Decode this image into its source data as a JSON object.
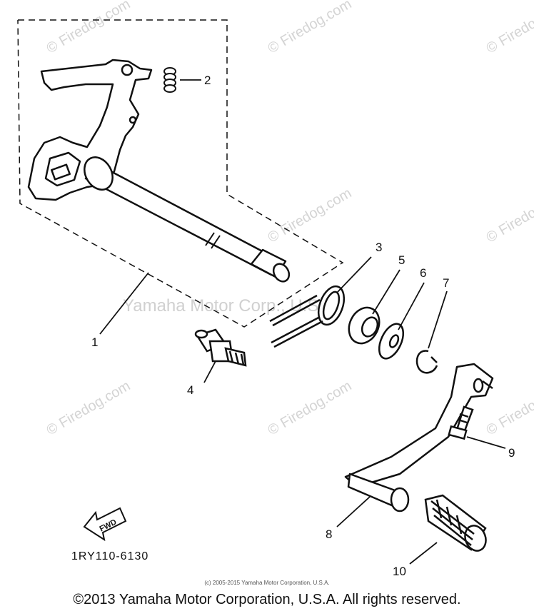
{
  "watermark": {
    "brand": "© Firedog.com",
    "center": "Yamaha Motor Corp., U.S.A"
  },
  "diagram": {
    "part_code": "1RY110-6130",
    "fwd_label": "FWD",
    "callouts": [
      "1",
      "2",
      "3",
      "4",
      "5",
      "6",
      "7",
      "8",
      "9",
      "10"
    ]
  },
  "footer": {
    "small_copyright": "(c) 2005-2015 Yamaha Motor Corporation, U.S.A.",
    "main_copyright": "©2013 Yamaha Motor Corporation, U.S.A. All rights reserved."
  }
}
